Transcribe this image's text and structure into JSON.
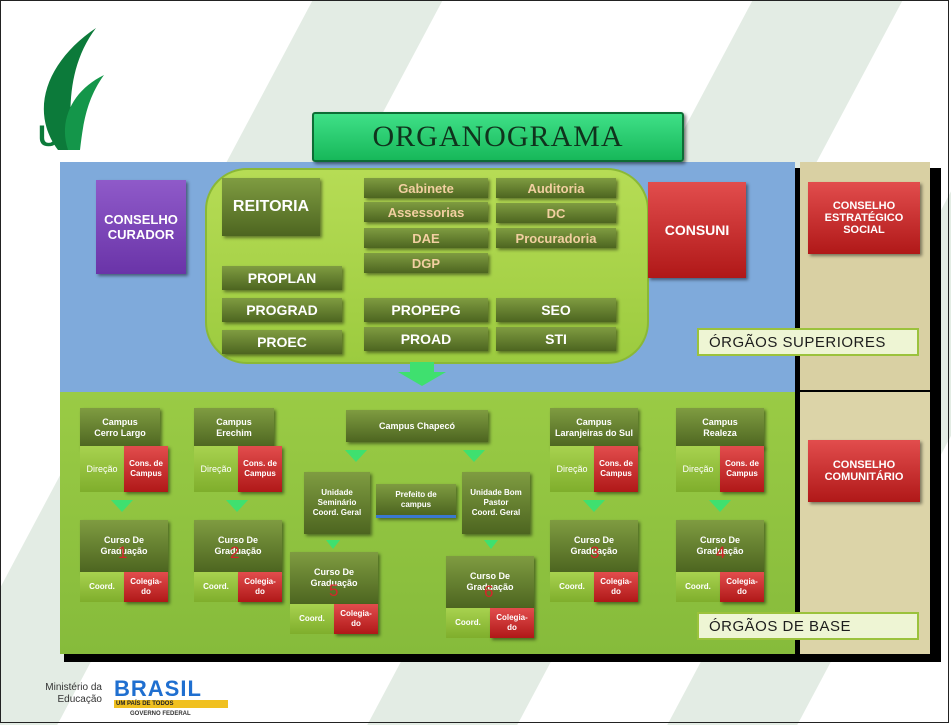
{
  "title": "ORGANOGRAMA",
  "logo_letter": "U",
  "upper": {
    "conselho_curador": "CONSELHO CURADOR",
    "reitoria": "REITORIA",
    "gabinete": "Gabinete",
    "assessorias": "Assessorias",
    "dae": "DAE",
    "dgp": "DGP",
    "auditoria": "Auditoria",
    "dc": "DC",
    "procuradoria": "Procuradoria",
    "consuni": "CONSUNI",
    "proplan": "PROPLAN",
    "prograd": "PROGRAD",
    "proec": "PROEC",
    "propepg": "PROPEPG",
    "proad": "PROAD",
    "seo": "SEO",
    "sti": "STI",
    "orgaos_superiores": "ÓRGÃOS SUPERIORES"
  },
  "right": {
    "conselho_estrategico": "CONSELHO ESTRATÉGICO SOCIAL",
    "conselho_comunitario": "CONSELHO COMUNITÁRIO"
  },
  "base": {
    "orgaos_de_base": "ÓRGÃOS DE BASE",
    "campus_cerro_largo": "Campus Cerro Largo",
    "campus_erechim": "Campus Erechim",
    "campus_chapeco": "Campus Chapecó",
    "campus_laranjeiras": "Campus Laranjeiras do Sul",
    "campus_realeza": "Campus Realeza",
    "direcao": "Direção",
    "cons_de_campus": "Cons. de Campus",
    "curso_de_graduacao": "Curso De Graduação",
    "coord": "Coord.",
    "colegiado": "Colegia- do",
    "unidade_seminario": "Unidade Seminário Coord. Geral",
    "prefeito_de_campus": "Prefeito de campus",
    "unidade_bom_pastor": "Unidade Bom Pastor Coord. Geral",
    "num1": "1",
    "num2": "2",
    "num3": "3",
    "num4": "4",
    "num5": "5",
    "num6": "6"
  },
  "footer": {
    "ministerio": "Ministério da Educação",
    "brasil": "BRASIL",
    "slogan": "UM PAÍS DE TODOS",
    "governo": "GOVERNO FEDERAL"
  },
  "colors": {
    "green_box": "#4d6520",
    "red_box": "#b01818",
    "purple_box": "#6a34a8",
    "upper_bg": "#7faadb",
    "base_bg": "#86bb3b",
    "title_green": "#17b85a"
  }
}
